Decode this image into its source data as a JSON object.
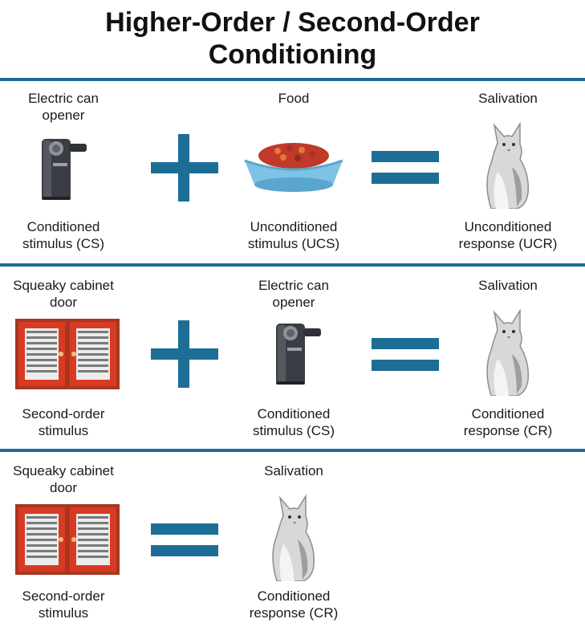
{
  "title": "Higher-Order / Second-Order\nConditioning",
  "colors": {
    "accent": "#1d6e96",
    "cabinet": "#d93a24",
    "opener": "#3a3d44",
    "bowl": "#7ec3e6"
  },
  "rows": [
    {
      "items": [
        {
          "top": "Electric can\nopener",
          "bottom": "Conditioned\nstimulus (CS)",
          "icon": "can-opener-icon"
        },
        {
          "top": "Food",
          "bottom": "Unconditioned\nstimulus (UCS)",
          "icon": "food-bowl-icon"
        },
        {
          "top": "Salivation",
          "bottom": "Unconditioned\nresponse (UCR)",
          "icon": "cat-icon"
        }
      ],
      "operators": [
        "plus-icon",
        "equals-icon"
      ]
    },
    {
      "items": [
        {
          "top": "Squeaky cabinet\ndoor",
          "bottom": "Second-order\nstimulus",
          "icon": "cabinet-icon"
        },
        {
          "top": "Electric can\nopener",
          "bottom": "Conditioned\nstimulus (CS)",
          "icon": "can-opener-icon"
        },
        {
          "top": "Salivation",
          "bottom": "Conditioned\nresponse (CR)",
          "icon": "cat-icon"
        }
      ],
      "operators": [
        "plus-icon",
        "equals-icon"
      ]
    },
    {
      "items": [
        {
          "top": "Squeaky cabinet\ndoor",
          "bottom": "Second-order\nstimulus",
          "icon": "cabinet-icon"
        },
        {
          "top": "Salivation",
          "bottom": "Conditioned\nresponse (CR)",
          "icon": "cat-icon"
        }
      ],
      "operators": [
        "equals-icon"
      ]
    }
  ]
}
